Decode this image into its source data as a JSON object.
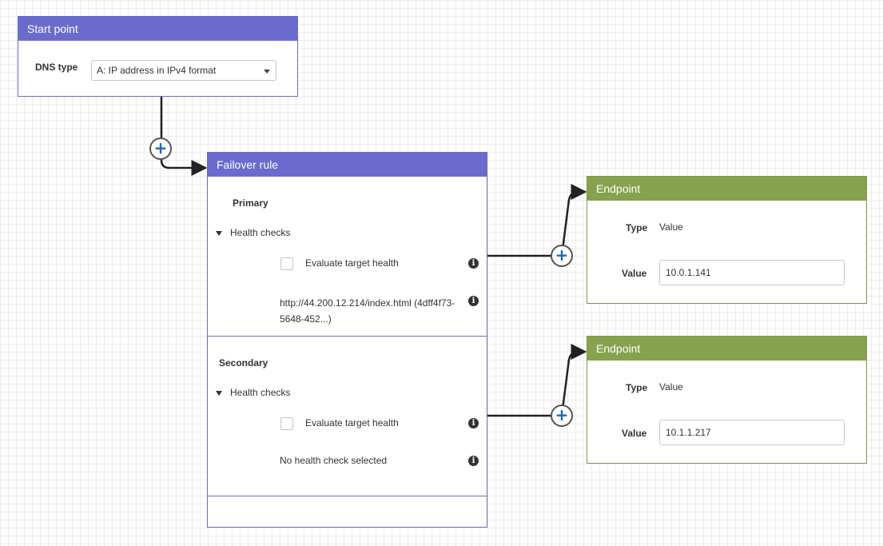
{
  "start": {
    "title": "Start point",
    "dns_label": "DNS type",
    "dns_value": "A: IP address in IPv4 format"
  },
  "failover": {
    "title": "Failover rule",
    "primary": {
      "label": "Primary",
      "health_checks": "Health checks",
      "evaluate": "Evaluate target health",
      "health_check_line1": "http://44.200.12.214/index.html (4dff4f73-",
      "health_check_line2": "5648-452...)"
    },
    "secondary": {
      "label": "Secondary",
      "health_checks": "Health checks",
      "evaluate": "Evaluate target health",
      "health_check": "No health check selected"
    }
  },
  "endpoints": [
    {
      "title": "Endpoint",
      "type_label": "Type",
      "type_value": "Value",
      "value_label": "Value",
      "value": "10.0.1.141"
    },
    {
      "title": "Endpoint",
      "type_label": "Type",
      "type_value": "Value",
      "value_label": "Value",
      "value": "10.1.1.217"
    }
  ],
  "icons": {
    "add": "plus-icon",
    "info": "info-icon",
    "expand": "caret-down-icon"
  },
  "colors": {
    "rule_header": "#6b6bce",
    "endpoint_header": "#87a24d",
    "plus": "#1f66c5"
  }
}
